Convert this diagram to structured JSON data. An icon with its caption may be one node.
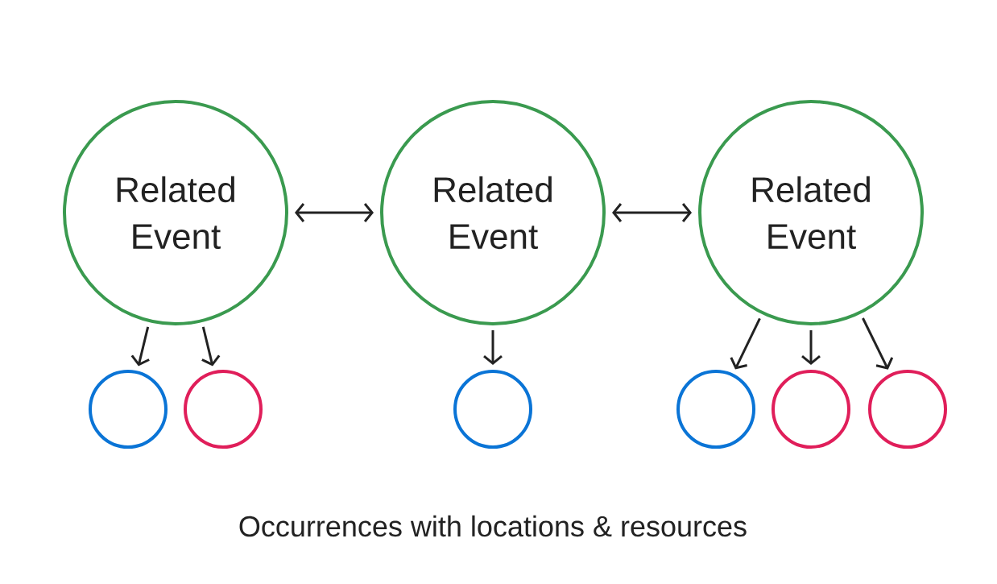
{
  "diagram": {
    "caption": "Occurrences with locations & resources",
    "nodes": [
      {
        "text": [
          "Related Event"
        ]
      },
      {
        "text": [
          "Related Event"
        ]
      },
      {
        "text": [
          "Related Event"
        ]
      },
      {
        "text": [],
        "shape": "circle"
      },
      {
        "text": [],
        "shape": "circle"
      },
      {
        "text": [],
        "shape": "circle"
      },
      {
        "text": [],
        "shape": "circle"
      },
      {
        "text": [],
        "shape": "circle"
      },
      {
        "text": [],
        "shape": "circle"
      }
    ],
    "edges": [
      {
        "from": 0,
        "to": 1,
        "arrow": "both"
      },
      {
        "from": 1,
        "to": 2,
        "arrow": "both"
      },
      {
        "from": 0,
        "to": 3,
        "arrow": "to"
      },
      {
        "from": 0,
        "to": 4,
        "arrow": "to"
      },
      {
        "from": 1,
        "to": 5,
        "arrow": "to"
      },
      {
        "from": 2,
        "to": 6,
        "arrow": "to"
      },
      {
        "from": 2,
        "to": 7,
        "arrow": "to"
      },
      {
        "from": 2,
        "to": 8,
        "arrow": "to"
      }
    ]
  }
}
